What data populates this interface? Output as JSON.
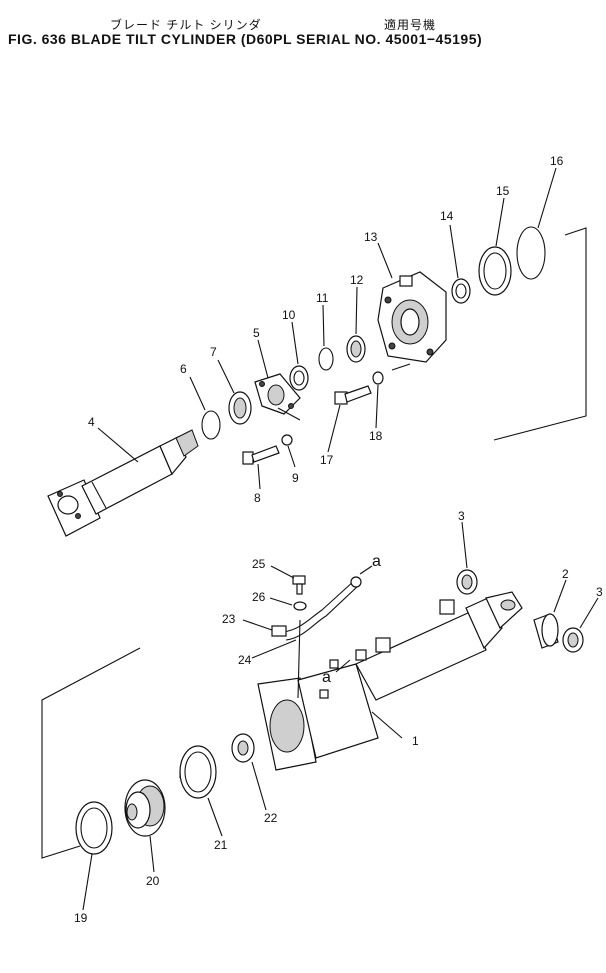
{
  "header": {
    "title_jp": "ブレード チルト シリンダ",
    "applicable_jp": "適用号機",
    "title": "FIG. 636  BLADE TILT CYLINDER (D60PL SERIAL NO. 45001−45195)"
  },
  "callouts": {
    "p1": "1",
    "p2": "2",
    "p3a": "3",
    "p3b": "3",
    "p4": "4",
    "p5": "5",
    "p6": "6",
    "p7": "7",
    "p8": "8",
    "p9": "9",
    "p10": "10",
    "p11": "11",
    "p12": "12",
    "p13": "13",
    "p14": "14",
    "p15": "15",
    "p16": "16",
    "p17": "17",
    "p18": "18",
    "p19": "19",
    "p20": "20",
    "p21": "21",
    "p22": "22",
    "p23": "23",
    "p24": "24",
    "p25": "25",
    "p26": "26",
    "a1": "a",
    "a2": "a"
  }
}
